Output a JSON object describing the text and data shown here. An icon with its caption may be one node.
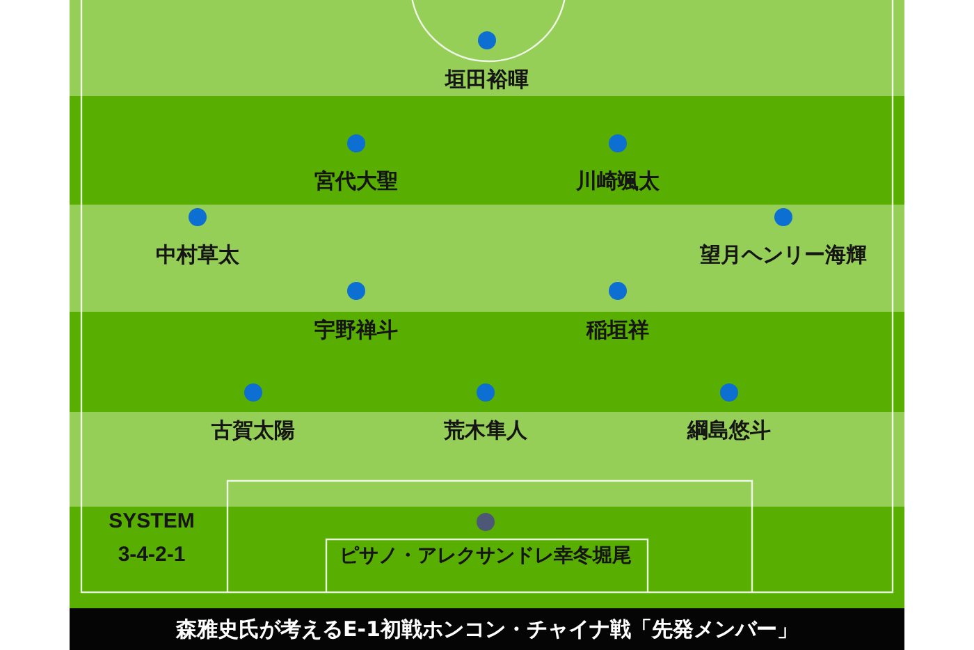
{
  "diagram": {
    "caption": "森雅史氏が考えるE-1初戦ホンコン・チャイナ戦「先発メンバー」",
    "nodes": [
      {
        "text": [],
        "shape": "circle",
        "beside": [
          "垣田裕暉"
        ]
      },
      {
        "text": [],
        "shape": "circle",
        "beside": [
          "宮代大聖"
        ]
      },
      {
        "text": [],
        "shape": "circle",
        "beside": [
          "川崎颯太"
        ]
      },
      {
        "text": [],
        "shape": "circle",
        "beside": [
          "中村草太"
        ]
      },
      {
        "text": [],
        "shape": "circle",
        "beside": [
          "望月ヘンリー海輝"
        ]
      },
      {
        "text": [],
        "shape": "circle",
        "beside": [
          "宇野禅斗"
        ]
      },
      {
        "text": [],
        "shape": "circle",
        "beside": [
          "稲垣祥"
        ]
      },
      {
        "text": [],
        "shape": "circle",
        "beside": [
          "古賀太陽"
        ]
      },
      {
        "text": [],
        "shape": "circle",
        "beside": [
          "荒木隼人"
        ]
      },
      {
        "text": [],
        "shape": "circle",
        "beside": [
          "綱島悠斗"
        ]
      },
      {
        "text": [],
        "shape": "circle",
        "beside": [
          "ピサノ・アレクサンドレ幸冬堀尾"
        ]
      }
    ],
    "labels": [
      "SYSTEM 3-4-2-1"
    ]
  }
}
